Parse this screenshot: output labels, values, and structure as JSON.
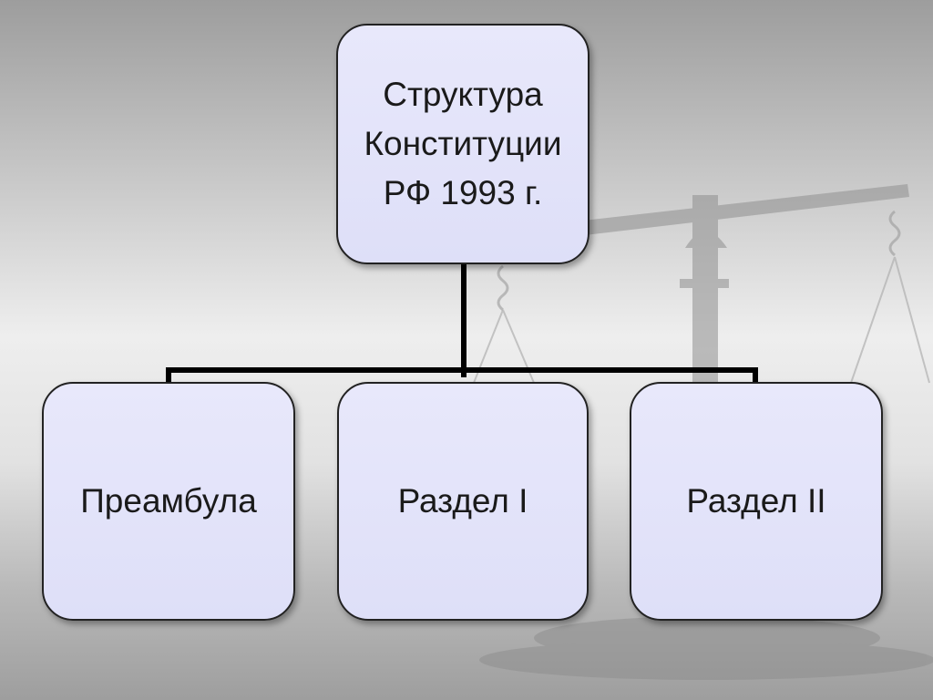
{
  "diagram": {
    "root": {
      "label": "Структура\nКонституции\nРФ 1993 г."
    },
    "children": [
      {
        "label": "Преамбула"
      },
      {
        "label": "Раздел I"
      },
      {
        "label": "Раздел II"
      }
    ]
  },
  "background": {
    "image": "scales-of-justice-icon"
  },
  "colors": {
    "box_fill": "#e6e6fa",
    "box_border": "#222222",
    "connector": "#000000",
    "text": "#1a1a1a"
  }
}
